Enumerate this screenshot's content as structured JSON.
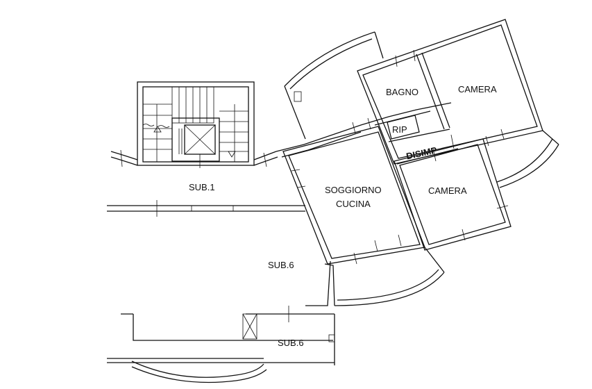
{
  "rooms": {
    "bagno": "BAGNO",
    "camera_1": "CAMERA",
    "rip": "RIP",
    "disimp": "DISIMP",
    "soggiorno_line1": "SOGGIORNO",
    "soggiorno_line2": "CUCINA",
    "camera_2": "CAMERA"
  },
  "units": {
    "sub1": "SUB.1",
    "sub6_upper": "SUB.6",
    "sub6_lower": "SUB.6"
  }
}
